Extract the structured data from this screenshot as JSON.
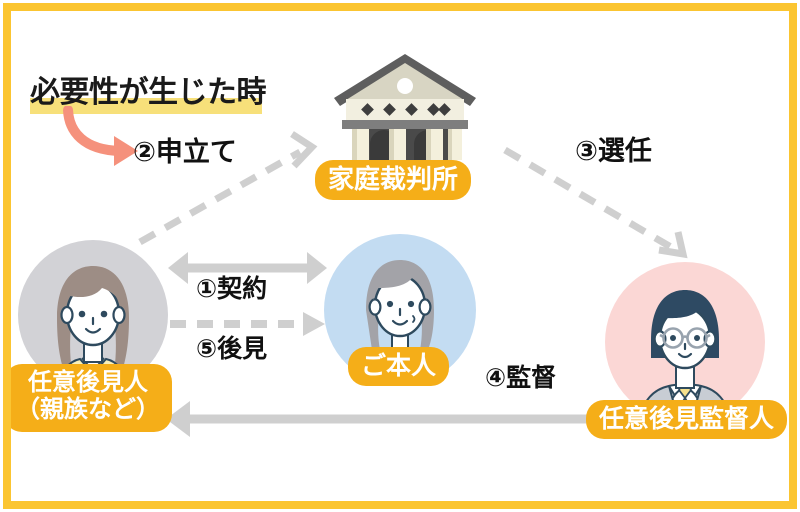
{
  "diagram": {
    "title_text": "必要性が生じた時",
    "colors": {
      "frame": "#FBC531",
      "badge": "#F5AE18",
      "highlight": "#F7E07A",
      "coral_arrow": "#F5917C",
      "gray_arrow": "#CFCFCF",
      "avatar_left_bg": "#D2D2D6",
      "avatar_center_bg": "#C3DCF2",
      "avatar_right_bg": "#FBD7D5"
    },
    "steps": {
      "step1": "①契約",
      "step2": "②申立て",
      "step3": "③選任",
      "step4": "④監督",
      "step5": "⑤後見"
    },
    "nodes": {
      "court": {
        "label": "家庭裁判所",
        "icon": "courthouse-icon"
      },
      "guardian": {
        "label_line1": "任意後見人",
        "label_line2": "（親族など）",
        "icon": "woman-avatar-icon"
      },
      "principal": {
        "label": "ご本人",
        "icon": "elderly-woman-avatar-icon"
      },
      "supervisor": {
        "label": "任意後見監督人",
        "icon": "man-with-glasses-avatar-icon"
      }
    }
  }
}
